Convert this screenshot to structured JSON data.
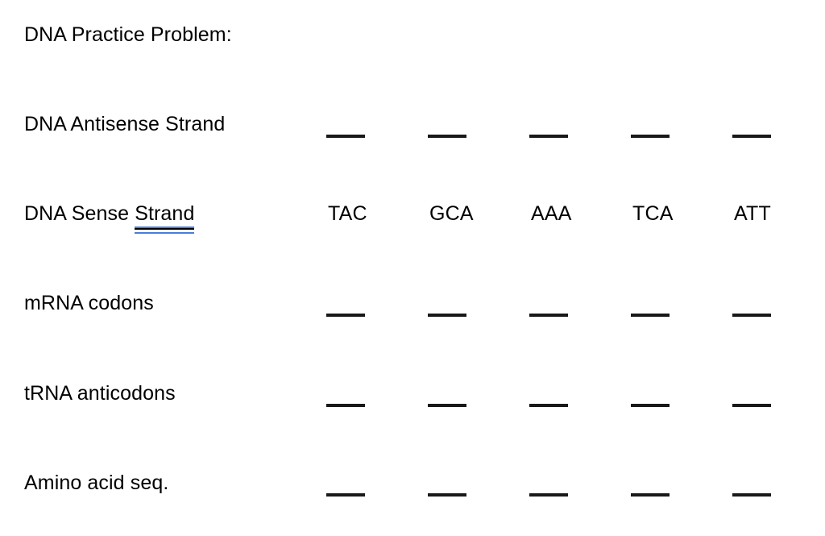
{
  "document": {
    "title": "DNA Practice Problem:",
    "background_color": "#ffffff",
    "text_color": "#000000",
    "grammar_underline_color": "#4a7edc",
    "blank_line_color": "#191919"
  },
  "rows": [
    {
      "id": "dna-antisense-strand",
      "label": "DNA Antisense Strand",
      "label_underlined_part": "",
      "has_grammar_mark": false,
      "cells": [
        "",
        "",
        "",
        "",
        ""
      ],
      "cells_are_blanks": true
    },
    {
      "id": "dna-sense-strand",
      "label": "DNA Sense ",
      "label_underlined_part": "Strand ",
      "has_grammar_mark": true,
      "cells": [
        "TAC",
        "GCA",
        "AAA",
        "TCA",
        "ATT"
      ],
      "cells_are_blanks": false
    },
    {
      "id": "mrna-codons",
      "label": "mRNA codons",
      "label_underlined_part": "",
      "has_grammar_mark": false,
      "cells": [
        "",
        "",
        "",
        "",
        ""
      ],
      "cells_are_blanks": true
    },
    {
      "id": "trna-anticodons",
      "label": "tRNA anticodons",
      "label_underlined_part": "",
      "has_grammar_mark": false,
      "cells": [
        "",
        "",
        "",
        "",
        ""
      ],
      "cells_are_blanks": true
    },
    {
      "id": "amino-acid-seq",
      "label": "Amino acid seq.",
      "label_underlined_part": "",
      "has_grammar_mark": false,
      "cells": [
        "",
        "",
        "",
        "",
        ""
      ],
      "cells_are_blanks": true
    }
  ]
}
